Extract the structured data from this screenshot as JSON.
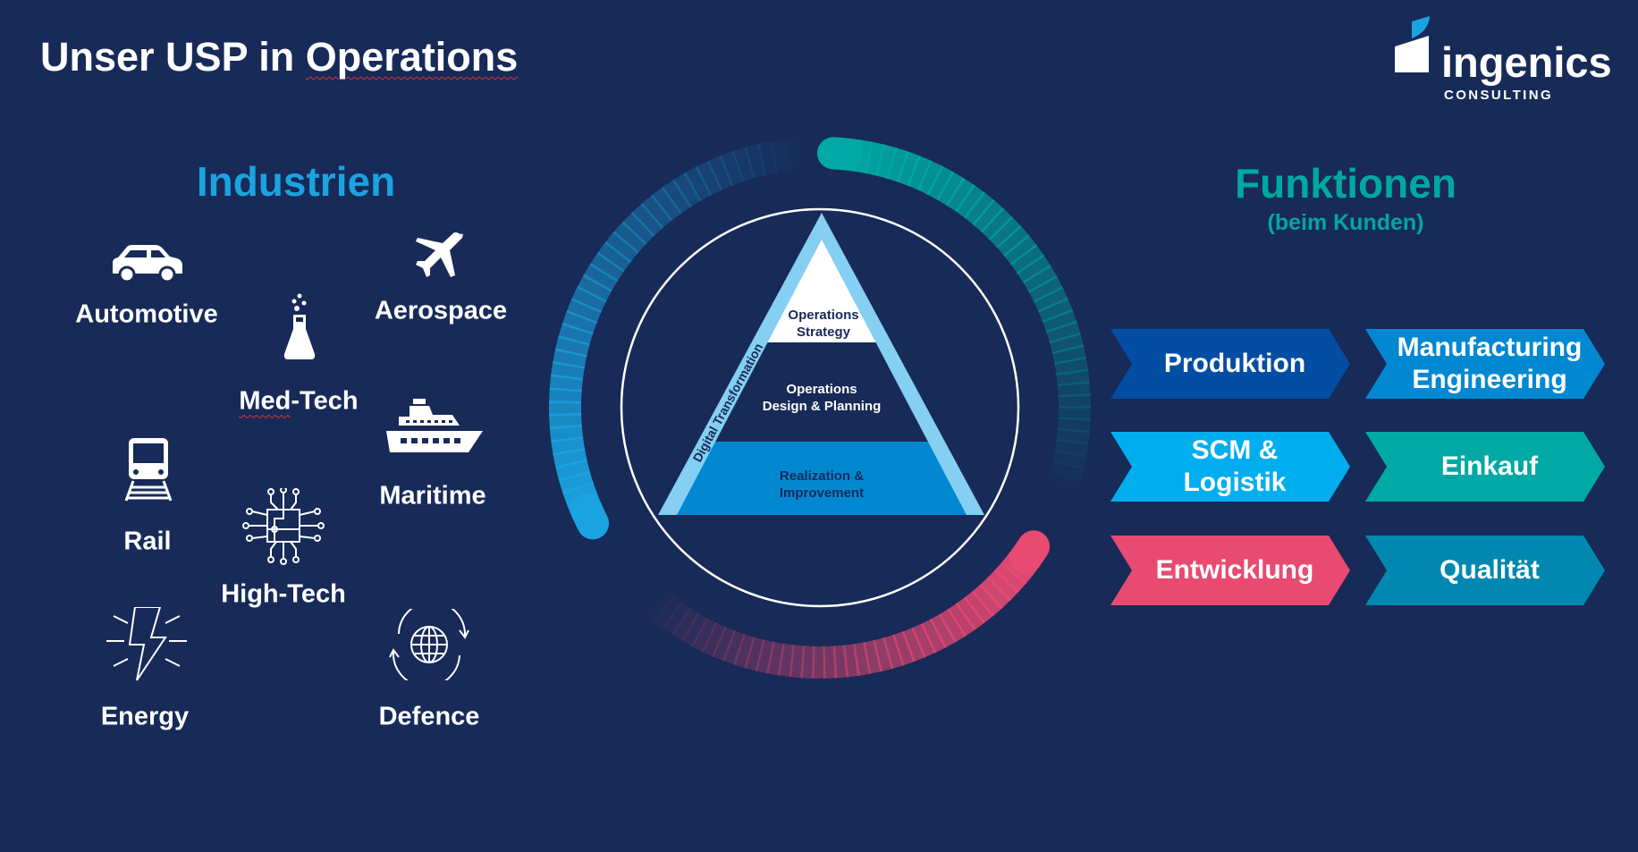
{
  "title": {
    "prefix": "Unser USP in ",
    "underlined": "Operations"
  },
  "logo": {
    "name": "ingenics",
    "subtitle": "CONSULTING"
  },
  "industries": {
    "heading": "Industrien",
    "items": [
      {
        "label": "Automotive",
        "icon": "car-icon"
      },
      {
        "label": "Med-Tech",
        "icon": "flask-icon"
      },
      {
        "label": "Aerospace",
        "icon": "airplane-icon"
      },
      {
        "label": "Maritime",
        "icon": "ship-icon"
      },
      {
        "label": "Rail",
        "icon": "train-icon"
      },
      {
        "label": "High-Tech",
        "icon": "circuit-chip-icon"
      },
      {
        "label": "Energy",
        "icon": "lightning-icon"
      },
      {
        "label": "Defence",
        "icon": "globe-cycle-icon"
      }
    ],
    "medtech_underlined": "Med",
    "medtech_rest": "-Tech"
  },
  "pyramid": {
    "top": [
      "Operations",
      "Strategy"
    ],
    "middle": [
      "Operations",
      "Design & Planning"
    ],
    "bottom": [
      "Realization &",
      "Improvement"
    ],
    "side": "Digital Transformation"
  },
  "functions": {
    "heading": "Funktionen",
    "subheading": "(beim Kunden)",
    "items": [
      {
        "lines": [
          "Produktion"
        ],
        "color": "#034ea2"
      },
      {
        "lines": [
          "Manufacturing",
          "Engineering"
        ],
        "color": "#0288d1"
      },
      {
        "lines": [
          "SCM &",
          "Logistik"
        ],
        "color": "#00aeef"
      },
      {
        "lines": [
          "Einkauf"
        ],
        "color": "#00a9a5"
      },
      {
        "lines": [
          "Entwicklung"
        ],
        "color": "#e84a72"
      },
      {
        "lines": [
          "Qualität"
        ],
        "color": "#0088b0"
      }
    ]
  },
  "colors": {
    "background": "#172a58",
    "industrien": "#1ba3e0",
    "funktionen": "#00a8a0",
    "pyramid_band": "#84cff2",
    "pyramid_base": "#0288d1"
  }
}
